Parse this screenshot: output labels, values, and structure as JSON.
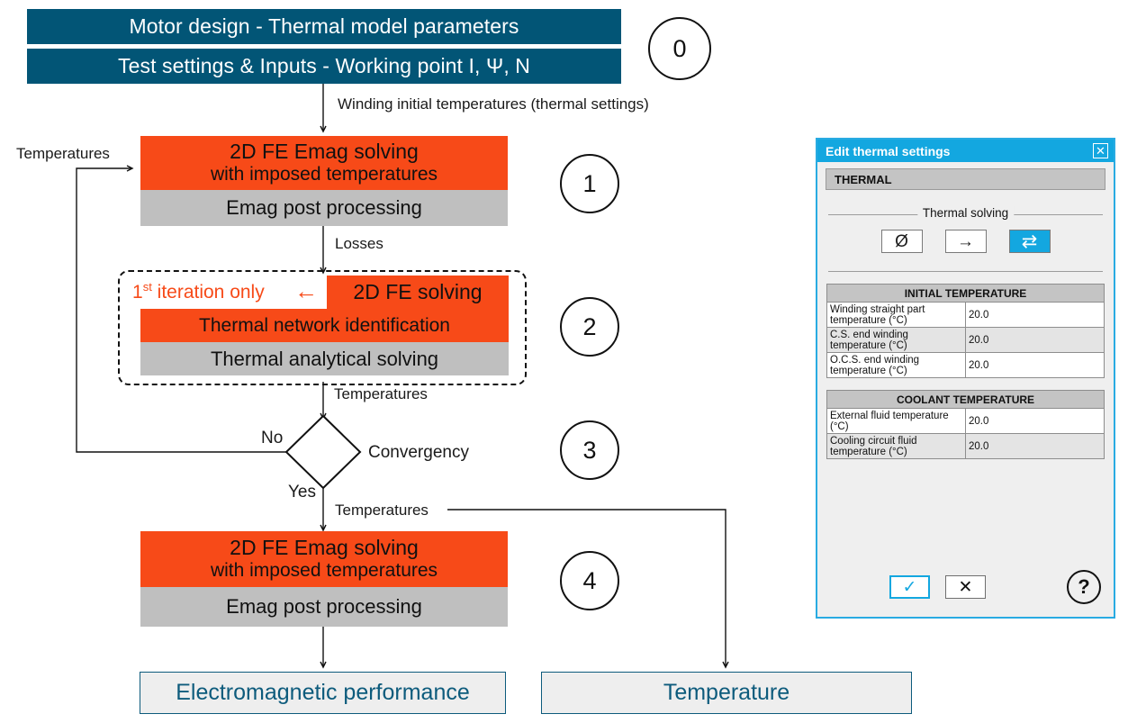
{
  "flow": {
    "header_boxes": [
      {
        "label": "Motor design - Thermal model parameters"
      },
      {
        "label": "Test settings & Inputs - Working point I, Ψ, N"
      }
    ],
    "markers": [
      "0",
      "1",
      "2",
      "3",
      "4"
    ],
    "edges": {
      "winding_init": "Winding initial temperatures (thermal settings)",
      "temperatures_loop": "Temperatures",
      "losses": "Losses",
      "temperatures_to_diamond": "Temperatures",
      "no": "No",
      "yes": "Yes",
      "temperatures_out": "Temperatures"
    },
    "step1": {
      "title_line1": "2D FE Emag solving",
      "title_line2": "with imposed temperatures",
      "post": "Emag post processing"
    },
    "step2": {
      "first_iteration": "1",
      "first_iteration_sup": "st",
      "first_iteration_rest": " iteration only",
      "arrow": "←",
      "fe_solving": "2D FE solving",
      "network_id": "Thermal network identification",
      "analytical": "Thermal analytical solving"
    },
    "decision": {
      "label": "Convergency"
    },
    "step4": {
      "title_line1": "2D FE Emag solving",
      "title_line2": "with imposed temperatures",
      "post": "Emag post processing"
    },
    "results": [
      {
        "label": "Electromagnetic performance"
      },
      {
        "label": "Temperature"
      }
    ],
    "colors": {
      "teal": "#025576",
      "orange": "#F74A18",
      "gray": "#BFBFBF",
      "result_border": "#0d5b7c",
      "result_fill": "#eeeeee"
    }
  },
  "dialog": {
    "title": "Edit thermal settings",
    "close_icon": "✕",
    "section_title": "THERMAL",
    "fieldset_legend": "Thermal solving",
    "solving_modes": [
      {
        "name": "none",
        "glyph": "Ø",
        "selected": false
      },
      {
        "name": "one-way",
        "glyph": "→",
        "selected": false
      },
      {
        "name": "iterative",
        "glyph": "⇄",
        "selected": true
      }
    ],
    "tables": [
      {
        "header": "INITIAL TEMPERATURE",
        "rows": [
          {
            "label": "Winding straight part temperature (°C)",
            "value": "20.0"
          },
          {
            "label": "C.S. end winding temperature (°C)",
            "value": "20.0"
          },
          {
            "label": "O.C.S. end winding temperature (°C)",
            "value": "20.0"
          }
        ]
      },
      {
        "header": "COOLANT TEMPERATURE",
        "rows": [
          {
            "label": "External fluid temperature (°C)",
            "value": "20.0"
          },
          {
            "label": "Cooling circuit fluid temperature (°C)",
            "value": "20.0"
          }
        ]
      }
    ],
    "footer": {
      "ok_icon": "✓",
      "cancel_icon": "✕",
      "help_icon": "?"
    },
    "colors": {
      "accent": "#13A7E0",
      "header_gray": "#C4C4C4",
      "body": "#efefef"
    }
  }
}
